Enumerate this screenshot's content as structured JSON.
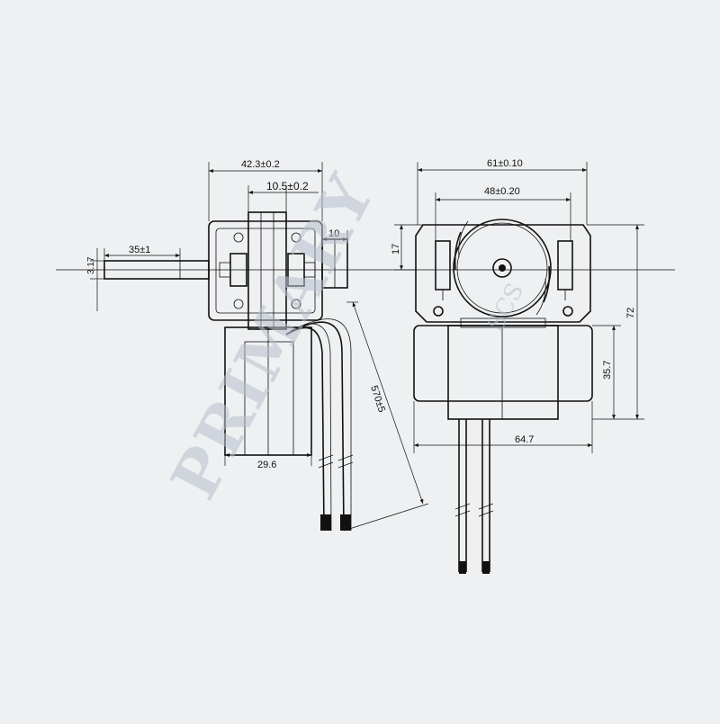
{
  "dimensions": {
    "width_overall_side": "42.3±0.2",
    "shaft_core": "10.5±0.2",
    "shaft_len": "35±1",
    "shaft_dia": "3.17",
    "boss": "10",
    "base_width_side": "29.6",
    "lead_length": "570±5",
    "width_front": "61±0.10",
    "inner_front": "48±0.20",
    "top_offset": "17",
    "height_total": "72",
    "coil_height": "35.7",
    "base_width_front": "64.7"
  },
  "watermark": {
    "main": "PRIMARY",
    "sub": "SCS"
  }
}
